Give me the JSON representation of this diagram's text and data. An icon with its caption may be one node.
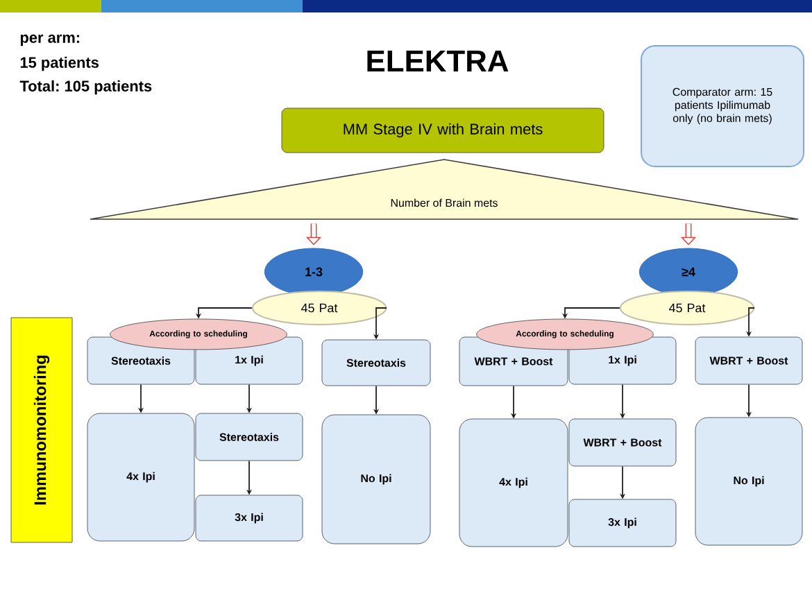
{
  "diagram": {
    "title": "ELEKTRA",
    "nodes": [
      {
        "text": [
          "Comparator arm: 15 patients Ipilimumab only (no brain mets)"
        ]
      },
      {
        "text": [
          "MM Stage IV with Brain mets"
        ]
      },
      {
        "text": [
          "Number of Brain mets"
        ]
      },
      {
        "text": [
          "1-3"
        ]
      },
      {
        "text": [
          "45 Pat"
        ]
      },
      {
        "text": [
          "≥4"
        ]
      },
      {
        "text": [
          "45 Pat"
        ]
      },
      {
        "text": [
          "According to scheduling"
        ]
      },
      {
        "text": [
          "Stereotaxis"
        ]
      },
      {
        "text": [
          "1x Ipi"
        ]
      },
      {
        "text": [
          "Stereotaxis"
        ]
      },
      {
        "text": [
          "4x Ipi"
        ]
      },
      {
        "text": [
          "Stereotaxis"
        ]
      },
      {
        "text": [
          "3x Ipi"
        ]
      },
      {
        "text": [
          "No Ipi"
        ]
      },
      {
        "text": [
          "According to scheduling"
        ]
      },
      {
        "text": [
          "WBRT + Boost"
        ]
      },
      {
        "text": [
          "1x Ipi"
        ]
      },
      {
        "text": [
          "WBRT + Boost"
        ]
      },
      {
        "text": [
          "4x Ipi"
        ]
      },
      {
        "text": [
          "WBRT + Boost"
        ]
      },
      {
        "text": [
          "3x Ipi"
        ]
      },
      {
        "text": [
          "No Ipi"
        ]
      },
      {
        "text": [
          "Immunomonitoring"
        ]
      }
    ],
    "edges": [
      {
        "from": 2,
        "to": 3,
        "arrow": "to",
        "style": "thick",
        "color": "#e03c31"
      },
      {
        "from": 2,
        "to": 5,
        "arrow": "to",
        "style": "thick",
        "color": "#e03c31"
      },
      {
        "from": 4,
        "to": 7,
        "arrow": "to"
      },
      {
        "from": 4,
        "to": 10,
        "arrow": "to"
      },
      {
        "from": 8,
        "to": 11,
        "arrow": "to"
      },
      {
        "from": 9,
        "to": 12,
        "arrow": "to"
      },
      {
        "from": 12,
        "to": 13,
        "arrow": "to"
      },
      {
        "from": 10,
        "to": 14,
        "arrow": "to"
      },
      {
        "from": 6,
        "to": 15,
        "arrow": "to"
      },
      {
        "from": 6,
        "to": 18,
        "arrow": "to"
      },
      {
        "from": 16,
        "to": 19,
        "arrow": "to"
      },
      {
        "from": 17,
        "to": 20,
        "arrow": "to"
      },
      {
        "from": 20,
        "to": 21,
        "arrow": "to"
      },
      {
        "from": 18,
        "to": 22,
        "arrow": "to"
      }
    ],
    "labels": [
      "per arm:",
      "15 patients",
      "Total: 105 patients"
    ]
  }
}
